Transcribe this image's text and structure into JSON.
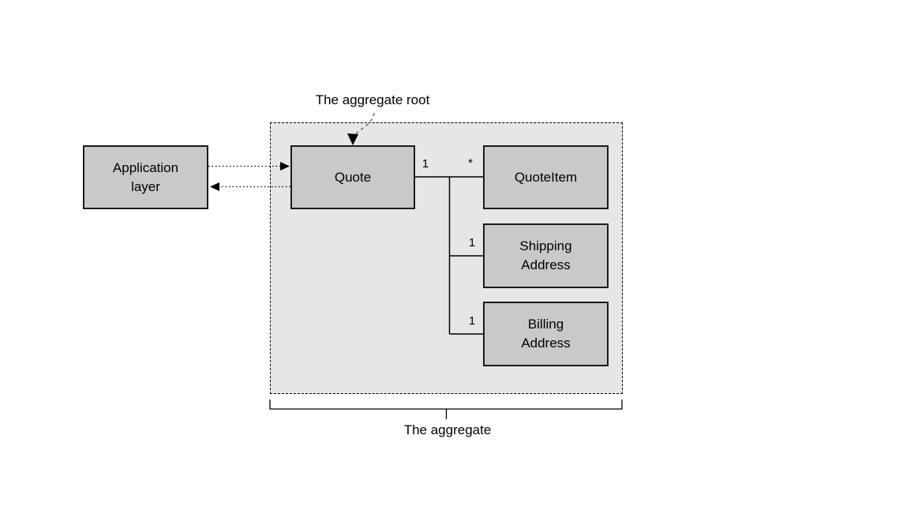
{
  "diagram": {
    "annotations": {
      "aggregate_root": "The aggregate root",
      "aggregate": "The aggregate"
    },
    "boxes": {
      "application_layer": {
        "label": "Application\nlayer"
      },
      "quote": {
        "label": "Quote"
      },
      "quote_item": {
        "label": "QuoteItem"
      },
      "shipping_address": {
        "label": "Shipping\nAddress"
      },
      "billing_address": {
        "label": "Billing\nAddress"
      }
    },
    "multiplicities": {
      "quote_side": "1",
      "quote_item_side": "*",
      "shipping_side": "1",
      "billing_side": "1"
    },
    "colors": {
      "background": "#ffffff",
      "box_fill": "#c9c9c9",
      "box_border": "#1a1a1a",
      "aggregate_fill": "#e6e6e6",
      "aggregate_border": "#000000",
      "connector": "#000000",
      "annotation_arrow": "#666666",
      "text_color": "#000000"
    }
  }
}
